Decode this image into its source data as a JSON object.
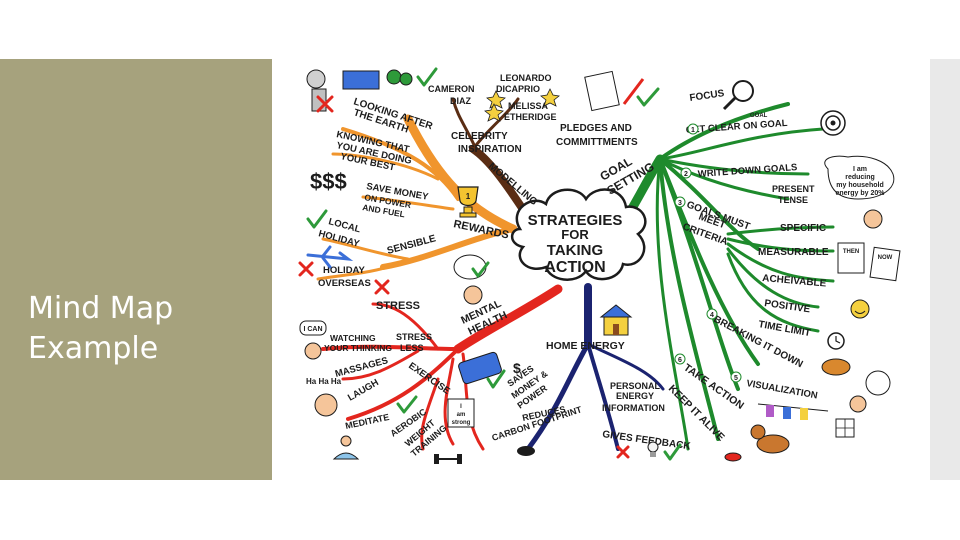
{
  "slide": {
    "title_line1": "Mind Map",
    "title_line2": "Example"
  },
  "colors": {
    "sidebar": "#a6a27d",
    "orange_branch": "#f0952d",
    "red_branch": "#e3261e",
    "green_branch": "#1e8a2c",
    "navy_branch": "#1b2370",
    "brown_branch": "#5a2d14"
  },
  "mindmap": {
    "center": {
      "line1": "STRATEGIES",
      "line2": "FOR",
      "line3": "TAKING",
      "line4": "ACTION"
    },
    "orange": {
      "looking_after": [
        "LOOKING AFTER",
        "THE EARTH"
      ],
      "knowing": [
        "KNOWING THAT",
        "YOU ARE DOING",
        "YOUR BEST"
      ],
      "dollars": "$$$",
      "save_money": [
        "SAVE MONEY",
        "ON POWER",
        "AND FUEL"
      ],
      "local_holiday": [
        "LOCAL",
        "HOLIDAY"
      ],
      "sensible": "SENSIBLE",
      "holiday_overseas": [
        "HOLIDAY",
        "OVERSEAS"
      ],
      "rewards": "REWARDS"
    },
    "brown": {
      "celebrity_names": [
        "CAMERON",
        "DIAZ",
        "LEONARDO",
        "DICAPRIO",
        "MELISSA",
        "ETHERIDGE"
      ],
      "celebrity_inspiration": [
        "CELEBRITY",
        "INSPIRATION"
      ],
      "modelling": "MODELLING",
      "trophy": "1"
    },
    "red": {
      "mental_health": [
        "MENTAL",
        "HEALTH"
      ],
      "stress": "STRESS",
      "i_can": "I CAN",
      "watching": [
        "WATCHING",
        "YOUR THINKING"
      ],
      "stress_less": [
        "STRESS",
        "LESS"
      ],
      "massages": "MASSAGES",
      "haha": "Ha Ha Ha",
      "laugh": "LAUGH",
      "exercise": "EXERCISE",
      "meditate": "MEDITATE",
      "aerobic": "AEROBIC",
      "weight_training": [
        "WEIGHT",
        "TRAINING"
      ],
      "i_am_strong": [
        "I",
        "am",
        "strong"
      ]
    },
    "green": {
      "pledges": [
        "PLEDGES AND",
        "COMMITTMENTS"
      ],
      "goal_setting": [
        "GOAL",
        "SETTING"
      ],
      "focus": "FOCUS",
      "goal": "GOAL",
      "clear_goal": "GET CLEAR ON GOAL",
      "write_goals": "WRITE DOWN GOALS",
      "present_tense": [
        "PRESENT",
        "TENSE"
      ],
      "reducing_note": [
        "I am",
        "reducing",
        "my household",
        "energy by 20%"
      ],
      "smart": [
        "GOALS MUST",
        "MEET",
        "CRITERIA"
      ],
      "specific": "SPECIFIC",
      "measurable": "MEASURABLE",
      "achievable": "ACHEIVABLE",
      "positive": "POSITIVE",
      "time_limit": "TIME LIMIT",
      "breaking": "BREAKING IT DOWN",
      "visualization": "VISUALIZATION",
      "take_action": "TAKE ACTION",
      "keep_alive": "KEEP IT ALIVE",
      "then_now": [
        "THEN",
        "NOW"
      ],
      "nums": [
        "1",
        "2",
        "3",
        "4",
        "5",
        "6"
      ]
    },
    "navy": {
      "home_energy": "HOME ENERGY",
      "saves": [
        "SAVES",
        "MONEY &",
        "POWER"
      ],
      "reduces": [
        "REDUCES",
        "CARBON FOOTPRINT"
      ],
      "personal": [
        "PERSONAL",
        "ENERGY",
        "INFORMATION"
      ],
      "feedback": "GIVES FEEDBACK",
      "dollar": "$"
    }
  }
}
